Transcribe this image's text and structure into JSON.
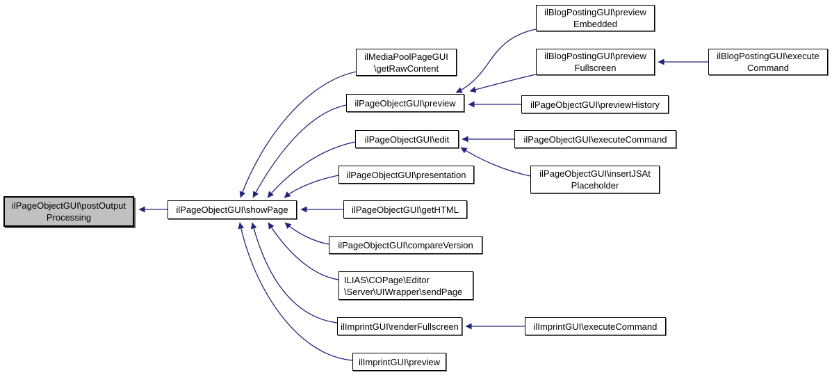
{
  "colors": {
    "edge": "#24247b",
    "border": "#000000",
    "node_fill": "#ffffff",
    "root_fill": "#c0c0c0",
    "background": "#ffffff"
  },
  "graph": {
    "type": "call-graph",
    "root": "ilPageObjectGUI\\postOutputProcessing",
    "nodes": {
      "postOutputProcessing": {
        "lines": [
          "ilPageObjectGUI\\postOutput",
          "Processing"
        ]
      },
      "showPage": {
        "lines": [
          "ilPageObjectGUI\\showPage"
        ]
      },
      "getRawContent": {
        "lines": [
          "ilMediaPoolPageGUI",
          "\\getRawContent"
        ]
      },
      "preview": {
        "lines": [
          "ilPageObjectGUI\\preview"
        ]
      },
      "previewEmbedded": {
        "lines": [
          "ilBlogPostingGUI\\preview",
          "Embedded"
        ]
      },
      "previewFullscreen": {
        "lines": [
          "ilBlogPostingGUI\\preview",
          "Fullscreen"
        ]
      },
      "blogExecuteCommand": {
        "lines": [
          "ilBlogPostingGUI\\execute",
          "Command"
        ]
      },
      "previewHistory": {
        "lines": [
          "ilPageObjectGUI\\previewHistory"
        ]
      },
      "edit": {
        "lines": [
          "ilPageObjectGUI\\edit"
        ]
      },
      "pageExecuteCommand": {
        "lines": [
          "ilPageObjectGUI\\executeCommand"
        ]
      },
      "insertJSAtPlaceholder": {
        "lines": [
          "ilPageObjectGUI\\insertJSAt",
          "Placeholder"
        ]
      },
      "presentation": {
        "lines": [
          "ilPageObjectGUI\\presentation"
        ]
      },
      "getHTML": {
        "lines": [
          "ilPageObjectGUI\\getHTML"
        ]
      },
      "compareVersion": {
        "lines": [
          "ilPageObjectGUI\\compareVersion"
        ]
      },
      "sendPage": {
        "lines": [
          "ILIAS\\COPage\\Editor",
          "\\Server\\UIWrapper\\sendPage"
        ]
      },
      "renderFullscreen": {
        "lines": [
          "ilImprintGUI\\renderFullscreen"
        ]
      },
      "imprintExecuteCommand": {
        "lines": [
          "ilImprintGUI\\executeCommand"
        ]
      },
      "imprintPreview": {
        "lines": [
          "ilImprintGUI\\preview"
        ]
      }
    },
    "edges": [
      {
        "from": "showPage",
        "to": "postOutputProcessing"
      },
      {
        "from": "getRawContent",
        "to": "showPage"
      },
      {
        "from": "preview",
        "to": "showPage"
      },
      {
        "from": "edit",
        "to": "showPage"
      },
      {
        "from": "presentation",
        "to": "showPage"
      },
      {
        "from": "getHTML",
        "to": "showPage"
      },
      {
        "from": "compareVersion",
        "to": "showPage"
      },
      {
        "from": "sendPage",
        "to": "showPage"
      },
      {
        "from": "renderFullscreen",
        "to": "showPage"
      },
      {
        "from": "imprintPreview",
        "to": "showPage"
      },
      {
        "from": "previewEmbedded",
        "to": "preview"
      },
      {
        "from": "previewFullscreen",
        "to": "preview"
      },
      {
        "from": "previewHistory",
        "to": "preview"
      },
      {
        "from": "pageExecuteCommand",
        "to": "edit"
      },
      {
        "from": "insertJSAtPlaceholder",
        "to": "edit"
      },
      {
        "from": "blogExecuteCommand",
        "to": "previewFullscreen"
      },
      {
        "from": "imprintExecuteCommand",
        "to": "renderFullscreen"
      }
    ]
  }
}
